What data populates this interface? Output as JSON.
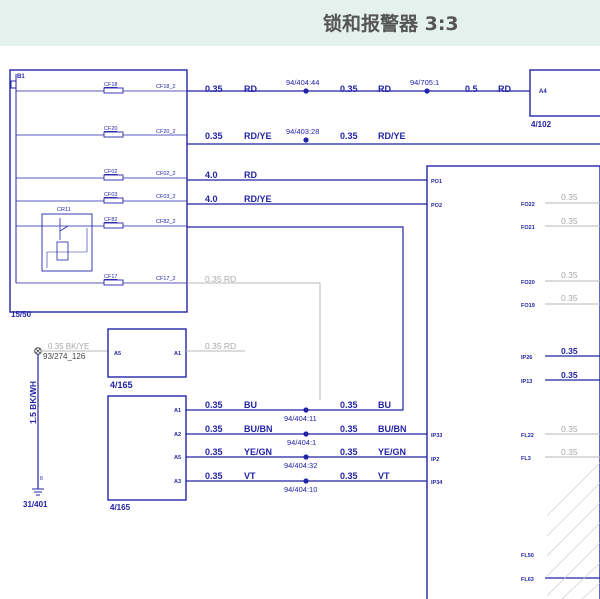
{
  "title": "锁和报警器 3:3",
  "fuse_block": {
    "id": "B1",
    "ref": "15/50",
    "relay": "CR11"
  },
  "fuses": [
    {
      "name": "CF18",
      "pin": "CF18_2"
    },
    {
      "name": "CF20",
      "pin": "CF20_2"
    },
    {
      "name": "CF02",
      "pin": "CF02_2"
    },
    {
      "name": "CF03",
      "pin": "CF03_2"
    },
    {
      "name": "CF82",
      "pin": "CF82_2"
    },
    {
      "name": "CF17",
      "pin": "CF17_2"
    }
  ],
  "wires": {
    "w1": {
      "size": "0.35",
      "color": "RD",
      "splice": "94/404:44",
      "size2": "0.35",
      "color2": "RD",
      "splice2": "94/705:1",
      "size3": "0.5",
      "color3": "RD"
    },
    "w2": {
      "size": "0.35",
      "color": "RD/YE",
      "splice": "94/403:28",
      "size2": "0.35",
      "color2": "RD/YE"
    },
    "w3": {
      "size": "4.0",
      "color": "RD"
    },
    "w4": {
      "size": "4.0",
      "color": "RD/YE"
    },
    "w5": {
      "label": "0.35 RD"
    },
    "a5": {
      "label": "0.35 RD"
    },
    "bu": {
      "size": "0.35",
      "color": "BU",
      "splice": "94/404:11",
      "size2": "0.35",
      "color2": "BU"
    },
    "bubn": {
      "size": "0.35",
      "color": "BU/BN",
      "splice": "94/404:1",
      "size2": "0.35",
      "color2": "BU/BN"
    },
    "yegn": {
      "size": "0.35",
      "color": "YE/GN",
      "splice": "94/404:32",
      "size2": "0.35",
      "color2": "YE/GN"
    },
    "vt": {
      "size": "0.35",
      "color": "VT",
      "splice": "94/404:10",
      "size2": "0.35",
      "color2": "VT"
    }
  },
  "ground": {
    "wire": "0.35 BK/YE",
    "point": "93/274_126",
    "vertical": "1.5 BK/WH",
    "ref": "31/401",
    "pin": "8"
  },
  "module_a4": {
    "pin": "A4",
    "ref": "4/102"
  },
  "module_165a": {
    "pin_left": "A5",
    "pin_right": "A1",
    "ref": "4/165"
  },
  "module_165b": {
    "pins": [
      "A1",
      "A2",
      "A5",
      "A3"
    ],
    "ref": "4/165"
  },
  "main_module": {
    "in_pins": [
      "PO1",
      "PO2",
      "IP33",
      "IP2",
      "IP34"
    ],
    "right_pins": [
      "FO22",
      "FO21",
      "FO20",
      "FO19",
      "IP26",
      "IP13",
      "FL22",
      "FL3",
      "FL50",
      "FL63"
    ],
    "right_wires": [
      "0.35",
      "0.35",
      "0.35",
      "0.35",
      "0.35",
      "0.35",
      "0.35",
      "0.35"
    ]
  }
}
